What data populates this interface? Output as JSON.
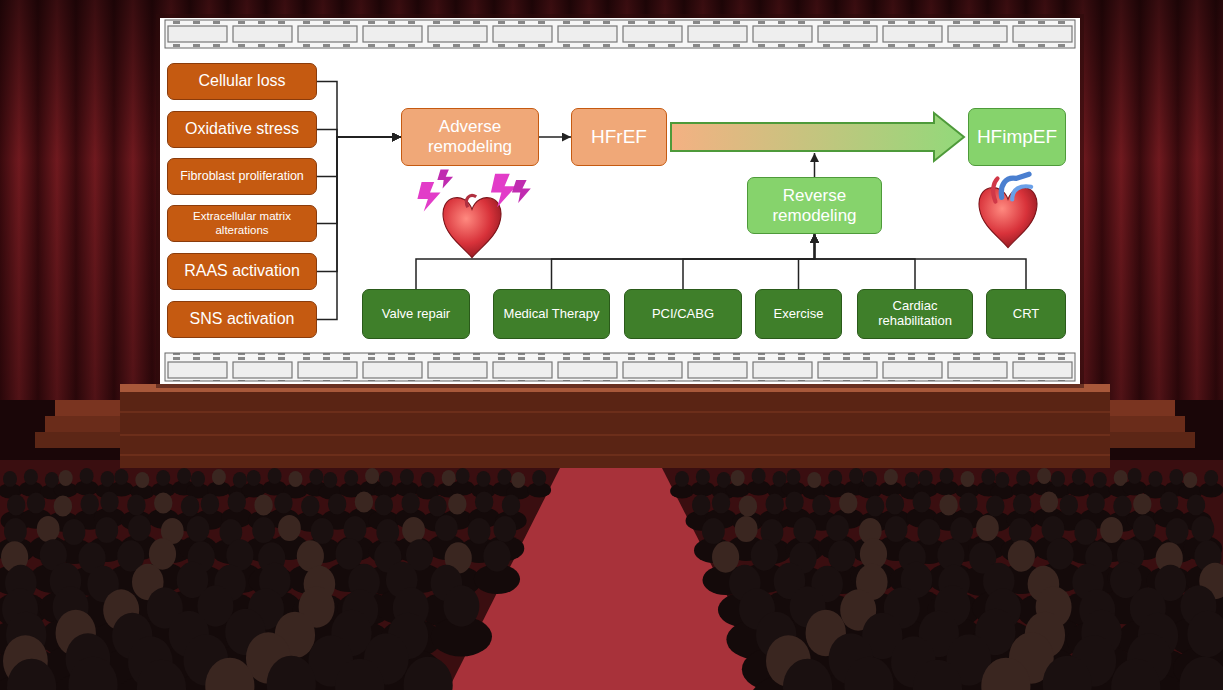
{
  "diagram": {
    "nodes": [
      {
        "text": [
          "Cellular loss"
        ]
      },
      {
        "text": [
          "Oxidative stress"
        ]
      },
      {
        "text": [
          "Fibroblast proliferation"
        ]
      },
      {
        "text": [
          "Extracellular matrix alterations"
        ]
      },
      {
        "text": [
          "RAAS activation"
        ]
      },
      {
        "text": [
          "SNS activation"
        ]
      },
      {
        "text": [
          "Adverse remodeling"
        ]
      },
      {
        "text": [
          "HFrEF"
        ]
      },
      {
        "text": [
          "HFimpEF"
        ]
      },
      {
        "text": [
          "Reverse remodeling"
        ]
      },
      {
        "text": [
          "Valve repair"
        ]
      },
      {
        "text": [
          "Medical Therapy"
        ]
      },
      {
        "text": [
          "PCI/CABG"
        ]
      },
      {
        "text": [
          "Exercise"
        ]
      },
      {
        "text": [
          "Cardiac rehabilitation"
        ]
      },
      {
        "text": [
          "CRT"
        ]
      }
    ],
    "edges": [
      {
        "from": 0,
        "to": 6,
        "arrow": "to"
      },
      {
        "from": 1,
        "to": 6,
        "arrow": "to"
      },
      {
        "from": 2,
        "to": 6,
        "arrow": "to"
      },
      {
        "from": 3,
        "to": 6,
        "arrow": "to"
      },
      {
        "from": 4,
        "to": 6,
        "arrow": "to"
      },
      {
        "from": 5,
        "to": 6,
        "arrow": "to"
      },
      {
        "from": 6,
        "to": 7,
        "arrow": "to"
      },
      {
        "from": 7,
        "to": 8,
        "arrow": "to"
      },
      {
        "from": 10,
        "to": 9,
        "arrow": "to"
      },
      {
        "from": 11,
        "to": 9,
        "arrow": "to"
      },
      {
        "from": 12,
        "to": 9,
        "arrow": "to"
      },
      {
        "from": 13,
        "to": 9,
        "arrow": "to"
      },
      {
        "from": 14,
        "to": 9,
        "arrow": "to"
      },
      {
        "from": 15,
        "to": 9,
        "arrow": "to"
      }
    ]
  }
}
